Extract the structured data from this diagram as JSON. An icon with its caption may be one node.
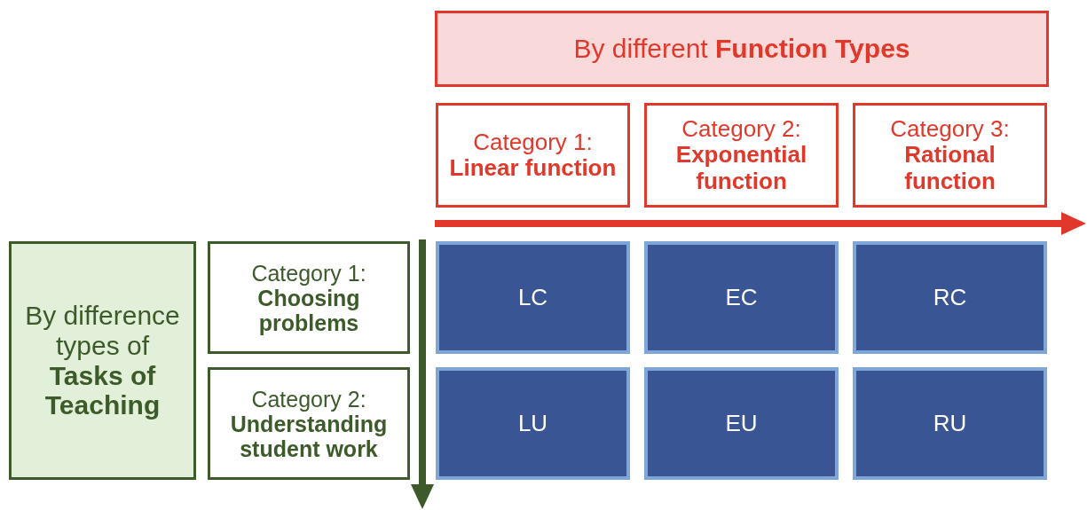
{
  "diagram": {
    "nodes": [
      {
        "text": [
          "By different **Function Types**"
        ]
      },
      {
        "text": [
          "Category 1:",
          "Linear function"
        ]
      },
      {
        "text": [
          "Category 2:",
          "Exponential function"
        ]
      },
      {
        "text": [
          "Category 3:",
          "Rational function"
        ]
      },
      {
        "text": [
          "By difference types of **Tasks of Teaching**"
        ]
      },
      {
        "text": [
          "Category 1:",
          "Choosing problems"
        ]
      },
      {
        "text": [
          "Category 2:",
          "Understanding student work"
        ]
      },
      {
        "text": [
          "LC"
        ]
      },
      {
        "text": [
          "EC"
        ]
      },
      {
        "text": [
          "RC"
        ]
      },
      {
        "text": [
          "LU"
        ]
      },
      {
        "text": [
          "EU"
        ]
      },
      {
        "text": [
          "RU"
        ]
      }
    ],
    "edges": []
  }
}
